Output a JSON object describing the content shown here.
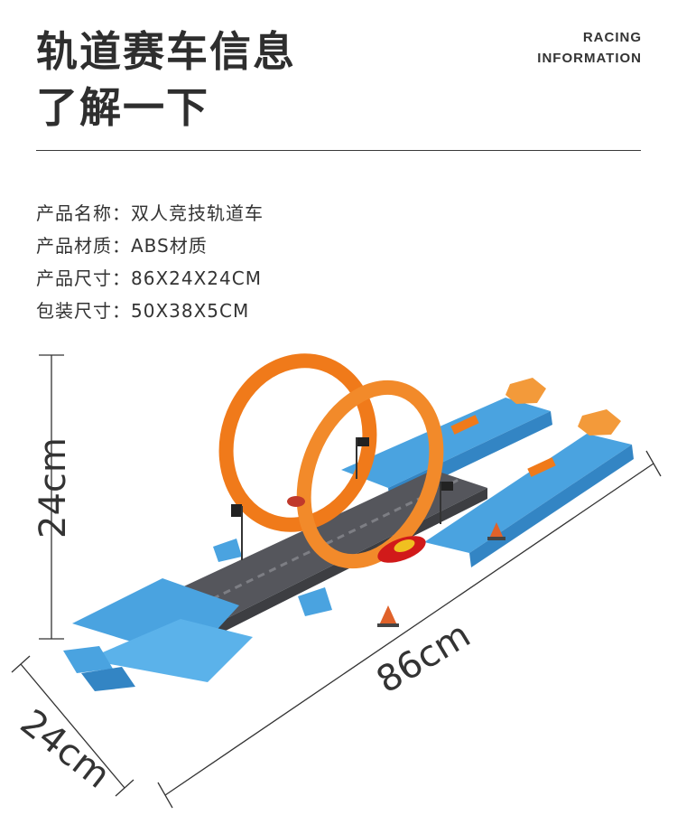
{
  "header": {
    "title_line1": "轨道赛车信息",
    "title_line2": "了解一下",
    "en_line1": "RACING",
    "en_line2": "INFORMATION"
  },
  "specs": [
    {
      "label": "产品名称：",
      "value": "双人竞技轨道车"
    },
    {
      "label": "产品材质：",
      "value": "ABS材质"
    },
    {
      "label": "产品尺寸：",
      "value": "86X24X24CM"
    },
    {
      "label": "包装尺寸：",
      "value": "50X38X5CM"
    }
  ],
  "dimensions": {
    "height": "24cm",
    "length": "86cm",
    "depth": "24cm"
  },
  "colors": {
    "track_blue": "#4aa3e0",
    "loop_orange": "#f07a1a",
    "road_gray": "#55565c"
  }
}
